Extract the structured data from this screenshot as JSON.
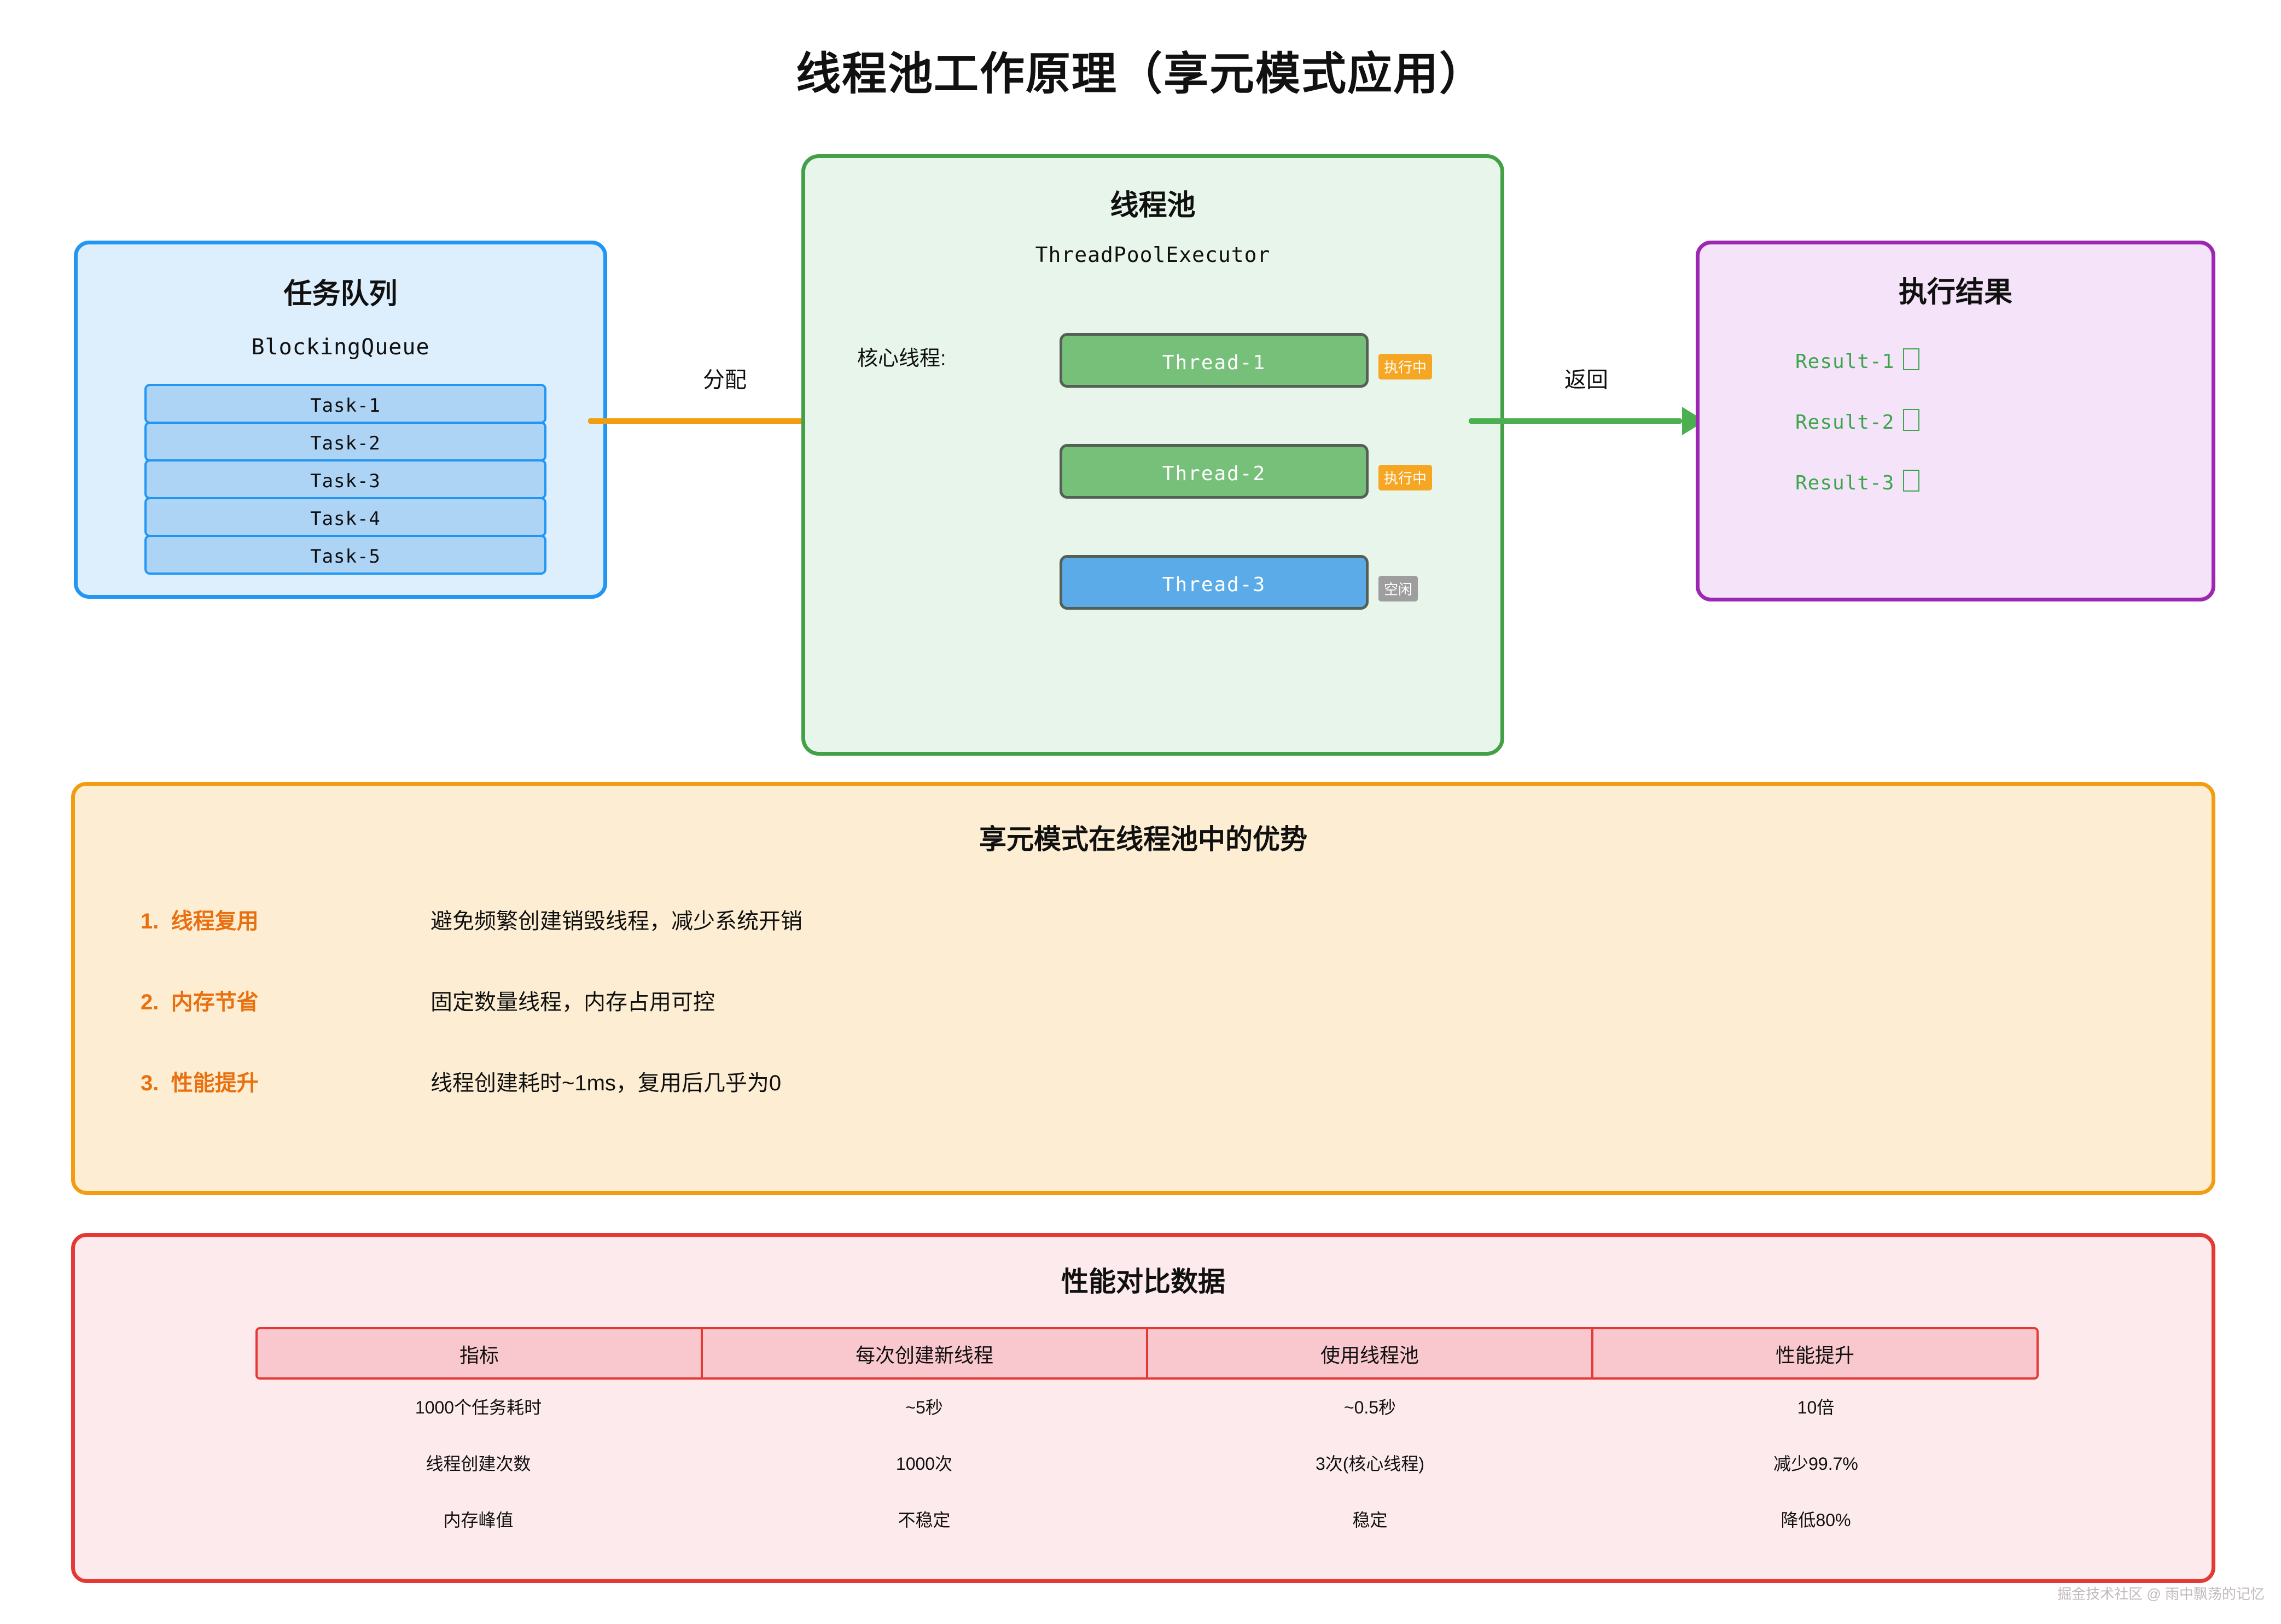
{
  "title": "线程池工作原理（享元模式应用）",
  "task_queue": {
    "title": "任务队列",
    "subtitle": "BlockingQueue",
    "tasks": [
      "Task-1",
      "Task-2",
      "Task-3",
      "Task-4",
      "Task-5"
    ],
    "border_color": "#2196f3",
    "fill_color": "#ddeefc"
  },
  "arrows": {
    "allocate_label": "分配",
    "allocate_color": "#f29d10",
    "return_label": "返回",
    "return_color": "#4caf50"
  },
  "thread_pool": {
    "title": "线程池",
    "subtitle": "ThreadPoolExecutor",
    "core_threads_label": "核心线程:",
    "border_color": "#43a047",
    "fill_color": "#e7f5ea",
    "threads": [
      {
        "name": "Thread-1",
        "status": "执行中",
        "state": "busy",
        "box_color": "#76c07a",
        "badge_color": "#f5a623"
      },
      {
        "name": "Thread-2",
        "status": "执行中",
        "state": "busy",
        "box_color": "#76c07a",
        "badge_color": "#f5a623"
      },
      {
        "name": "Thread-3",
        "status": "空闲",
        "state": "idle",
        "box_color": "#5aabe8",
        "badge_color": "#9e9e9e"
      }
    ]
  },
  "results": {
    "title": "执行结果",
    "border_color": "#9c27b0",
    "fill_color": "#f5e3fa",
    "text_color": "#3aa64a",
    "items": [
      "Result-1",
      "Result-2",
      "Result-3"
    ]
  },
  "advantages": {
    "title": "享元模式在线程池中的优势",
    "border_color": "#f29d10",
    "fill_color": "#fdeed3",
    "items": [
      {
        "index": "1.",
        "name": "线程复用",
        "desc": "避免频繁创建销毁线程，减少系统开销"
      },
      {
        "index": "2.",
        "name": "内存节省",
        "desc": "固定数量线程，内存占用可控"
      },
      {
        "index": "3.",
        "name": "性能提升",
        "desc": "线程创建耗时~1ms，复用后几乎为0"
      }
    ]
  },
  "performance": {
    "title": "性能对比数据",
    "border_color": "#e53935",
    "fill_color": "#fdeaec",
    "header_fill": "#f9c8ce",
    "columns": [
      "指标",
      "每次创建新线程",
      "使用线程池",
      "性能提升"
    ],
    "rows": [
      [
        "1000个任务耗时",
        "~5秒",
        "~0.5秒",
        "10倍"
      ],
      [
        "线程创建次数",
        "1000次",
        "3次(核心线程)",
        "减少99.7%"
      ],
      [
        "内存峰值",
        "不稳定",
        "稳定",
        "降低80%"
      ]
    ]
  },
  "watermark": "掘金技术社区 @ 雨中飘荡的记忆",
  "chart_data": {
    "type": "table",
    "title": "性能对比数据",
    "columns": [
      "指标",
      "每次创建新线程",
      "使用线程池",
      "性能提升"
    ],
    "rows": [
      [
        "1000个任务耗时",
        "~5秒",
        "~0.5秒",
        "10倍"
      ],
      [
        "线程创建次数",
        "1000次",
        "3次(核心线程)",
        "减少99.7%"
      ],
      [
        "内存峰值",
        "不稳定",
        "稳定",
        "降低80%"
      ]
    ]
  }
}
